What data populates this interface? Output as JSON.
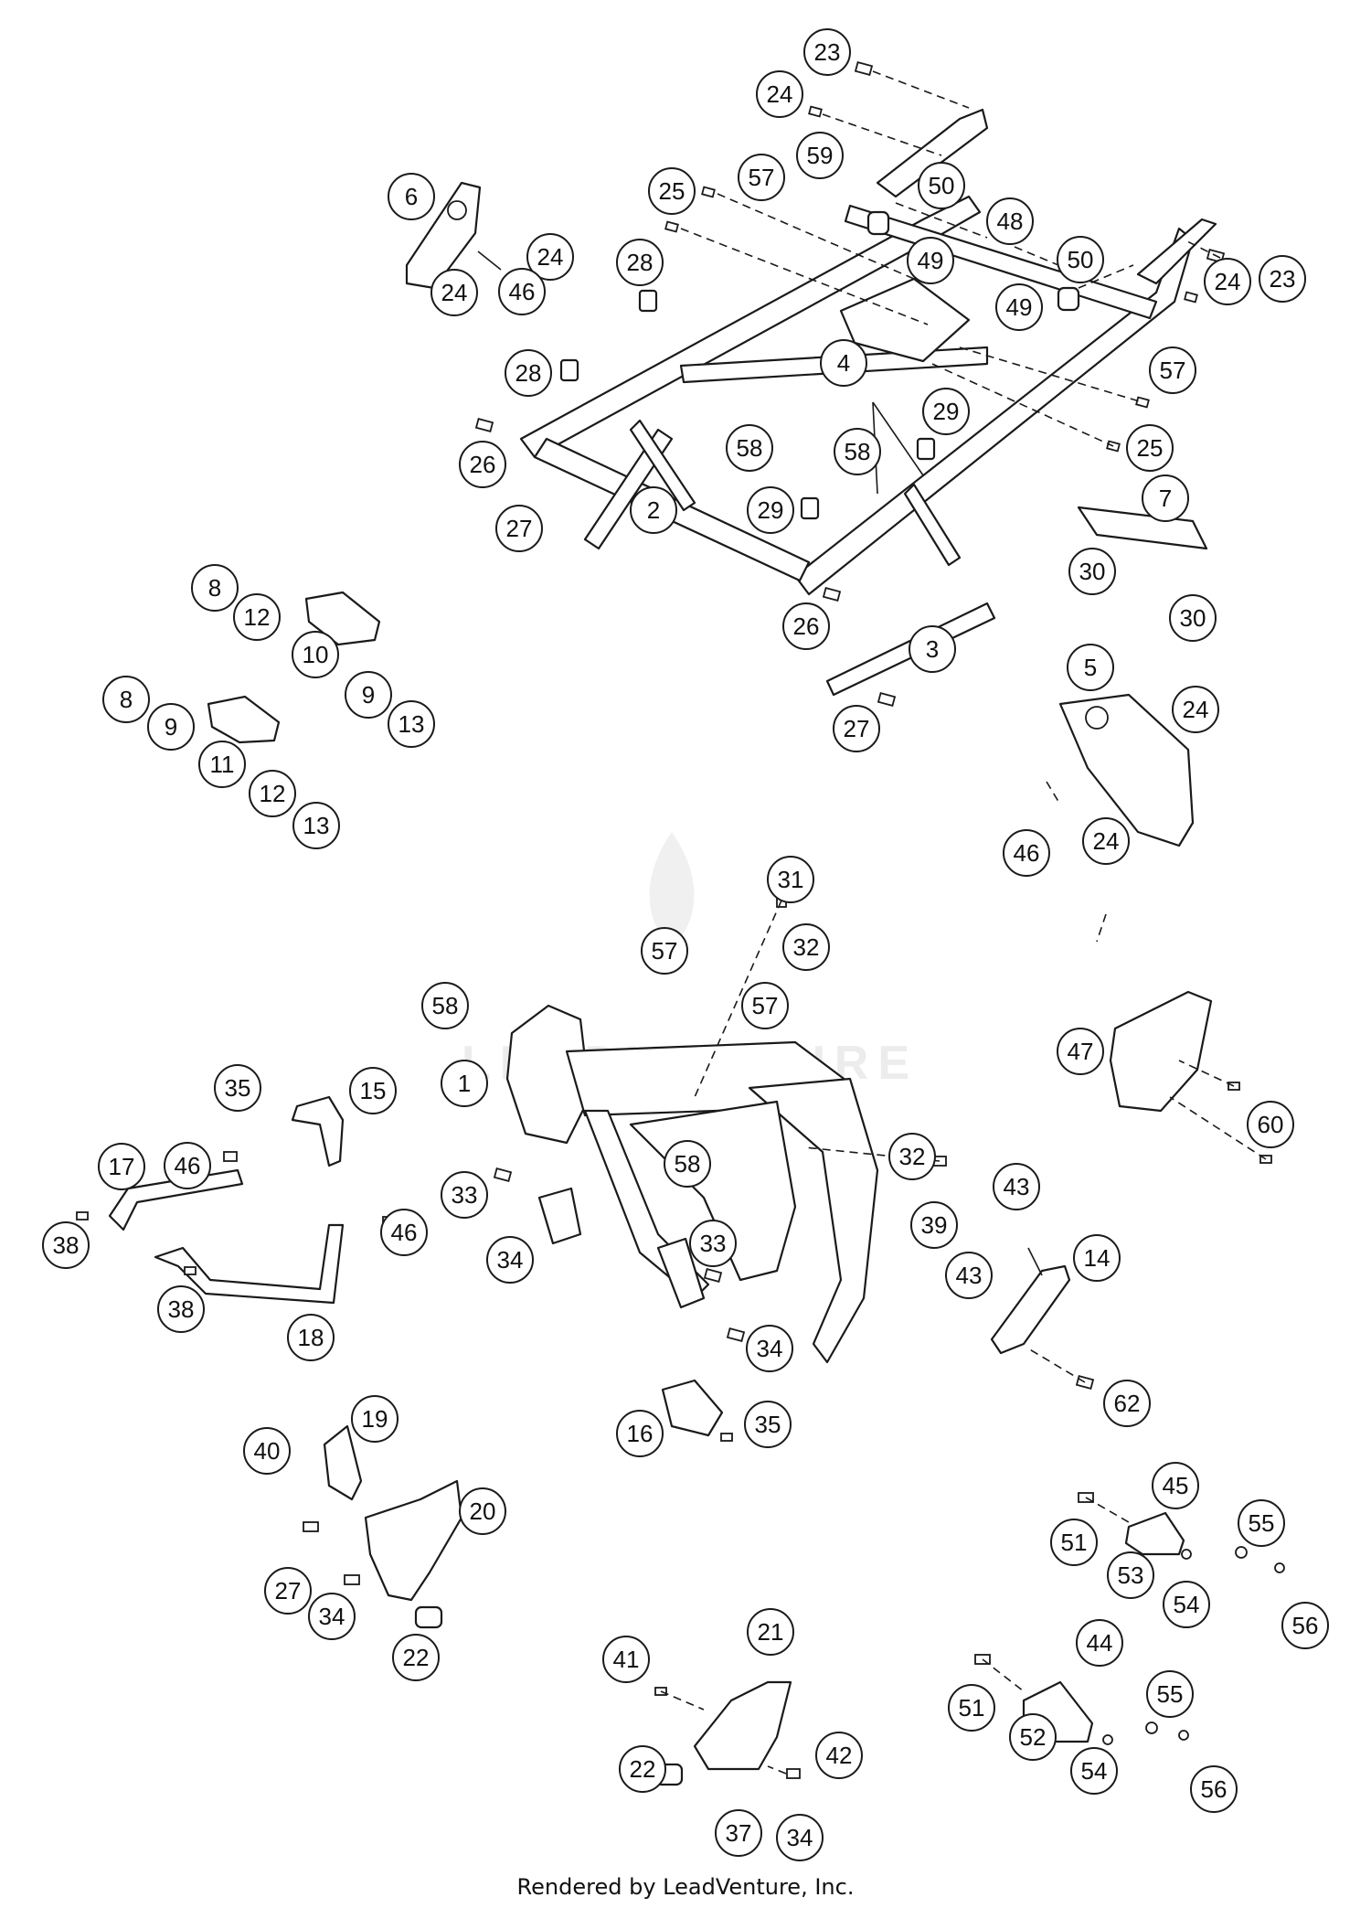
{
  "watermark": {
    "text": "LEADVENTURE"
  },
  "footer": {
    "text": "Rendered by LeadVenture, Inc."
  },
  "callouts": [
    {
      "label": "23"
    },
    {
      "label": "24"
    },
    {
      "label": "59"
    },
    {
      "label": "50"
    },
    {
      "label": "25"
    },
    {
      "label": "57"
    },
    {
      "label": "48"
    },
    {
      "label": "6"
    },
    {
      "label": "24"
    },
    {
      "label": "28"
    },
    {
      "label": "49"
    },
    {
      "label": "50"
    },
    {
      "label": "23"
    },
    {
      "label": "24"
    },
    {
      "label": "46"
    },
    {
      "label": "49"
    },
    {
      "label": "24"
    },
    {
      "label": "28"
    },
    {
      "label": "4"
    },
    {
      "label": "57"
    },
    {
      "label": "29"
    },
    {
      "label": "58"
    },
    {
      "label": "58"
    },
    {
      "label": "26"
    },
    {
      "label": "25"
    },
    {
      "label": "7"
    },
    {
      "label": "2"
    },
    {
      "label": "29"
    },
    {
      "label": "27"
    },
    {
      "label": "30"
    },
    {
      "label": "8"
    },
    {
      "label": "12"
    },
    {
      "label": "26"
    },
    {
      "label": "30"
    },
    {
      "label": "10"
    },
    {
      "label": "3"
    },
    {
      "label": "8"
    },
    {
      "label": "9"
    },
    {
      "label": "9"
    },
    {
      "label": "13"
    },
    {
      "label": "5"
    },
    {
      "label": "24"
    },
    {
      "label": "27"
    },
    {
      "label": "11"
    },
    {
      "label": "12"
    },
    {
      "label": "13"
    },
    {
      "label": "46"
    },
    {
      "label": "24"
    },
    {
      "label": "31"
    },
    {
      "label": "32"
    },
    {
      "label": "57"
    },
    {
      "label": "58"
    },
    {
      "label": "57"
    },
    {
      "label": "47"
    },
    {
      "label": "35"
    },
    {
      "label": "15"
    },
    {
      "label": "1"
    },
    {
      "label": "60"
    },
    {
      "label": "17"
    },
    {
      "label": "46"
    },
    {
      "label": "58"
    },
    {
      "label": "32"
    },
    {
      "label": "33"
    },
    {
      "label": "43"
    },
    {
      "label": "39"
    },
    {
      "label": "46"
    },
    {
      "label": "38"
    },
    {
      "label": "34"
    },
    {
      "label": "33"
    },
    {
      "label": "14"
    },
    {
      "label": "43"
    },
    {
      "label": "38"
    },
    {
      "label": "34"
    },
    {
      "label": "18"
    },
    {
      "label": "62"
    },
    {
      "label": "19"
    },
    {
      "label": "16"
    },
    {
      "label": "35"
    },
    {
      "label": "40"
    },
    {
      "label": "20"
    },
    {
      "label": "45"
    },
    {
      "label": "51"
    },
    {
      "label": "55"
    },
    {
      "label": "53"
    },
    {
      "label": "27"
    },
    {
      "label": "54"
    },
    {
      "label": "56"
    },
    {
      "label": "34"
    },
    {
      "label": "22"
    },
    {
      "label": "21"
    },
    {
      "label": "44"
    },
    {
      "label": "41"
    },
    {
      "label": "51"
    },
    {
      "label": "55"
    },
    {
      "label": "52"
    },
    {
      "label": "22"
    },
    {
      "label": "42"
    },
    {
      "label": "54"
    },
    {
      "label": "56"
    },
    {
      "label": "37"
    },
    {
      "label": "34"
    }
  ]
}
